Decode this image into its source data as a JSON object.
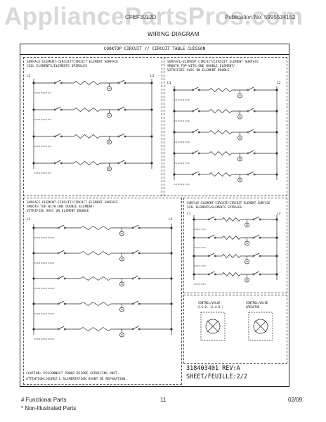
{
  "watermark": "AppliancePartsPros.com",
  "header": {
    "model": "CFEF3012D",
    "publication": "Publication No: 5995534152",
    "title": "WIRING DIAGRAM"
  },
  "diagram": {
    "frame_title": "COOKTOP CIRCUIT // CIRCUIT TABLE CUISSON",
    "panel_tl": {
      "line1": "SURFACE-ELEMENT-CIRCUIT/CIRCUIT ELEMENT SURFACE",
      "line2": "COIL ELEMENTS/ELEMENTS SPIRALES",
      "l1": "L1",
      "l2": "L2"
    },
    "panel_tr": {
      "line1": "SURFACE-ELEMENT-CIRCUIT/CIRCUIT ELEMENT SURFACE",
      "line2": "SMOOTH TOP WITH ONE DOUBLE ELEMENT/",
      "line3": "VITRIFIEE AVEC UN ELEMENT DOUBLE",
      "l1": "L1",
      "l2": "L2"
    },
    "panel_bl": {
      "line1": "SURFACE-ELEMENT-CIRCUIT/CIRCUIT ELEMENT SURFACE",
      "line2": "SMOOTH TOP WITH ONE DOUBLE ELEMENT/",
      "line3": "VITRIFIEE AVEC UN ELEMENT DOUBLE",
      "l1": "L1",
      "l2": "L2"
    },
    "panel_br": {
      "line1": "SURFACE-ELEMENT-CIRCUIT/CIRCUIT ELEMENT SURFACE",
      "line2": "COIL ELEMENTS/ELEMENTS SPIRALES",
      "l1": "L1",
      "l2": "L2"
    },
    "switch_labels": {
      "left": "CONTROL/VALVE\nS.S.D. (S.A.D.)",
      "right": "CONTROL/VALVE\nOPERATOR"
    },
    "caution": {
      "line1": "CAUTION: DISCONNECT POWER BEFORE SERVICING UNIT.",
      "line2": "ATTENTION:COUPEZ L'ALIMENTATION AVANT DE REPARATION."
    },
    "part_number": "318403401 REV:A",
    "sheet": "SHEET/FEUILLE:2/2"
  },
  "footer": {
    "functional": "# Functional Parts",
    "non_illustrated": "* Non-Illustrated Parts",
    "page": "11",
    "date": "02/09"
  }
}
